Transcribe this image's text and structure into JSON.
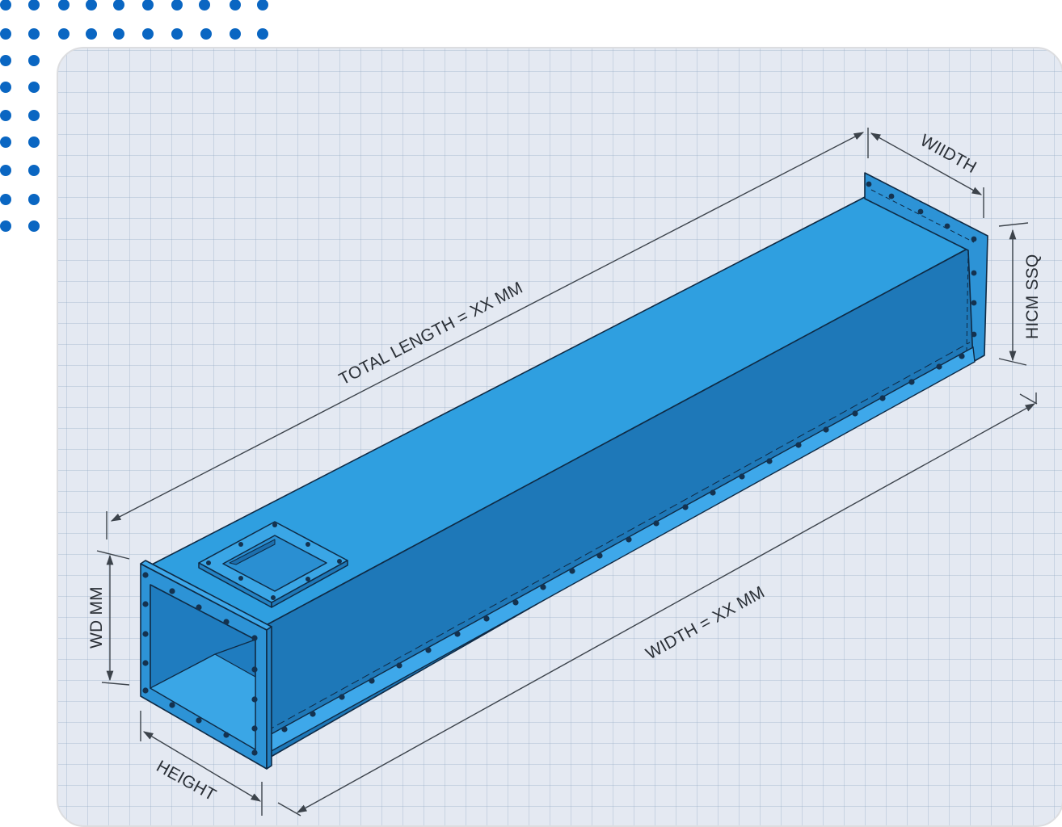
{
  "decoration": {
    "dot_color": "#0a66c2",
    "dot_pattern": "dotted-corner-grid"
  },
  "card": {
    "background": "#e4e9f2",
    "grid_color": "#b4c3d6",
    "border_color": "#dcdde0"
  },
  "drawing": {
    "subject": "Rectangular flanged duct with top inlet port",
    "colors": {
      "top_face": "#2f9fe0",
      "side_face": "#1e78b8",
      "inner_face": "#2a8fd2",
      "flange": "#2d93d6",
      "outline": "#0f2a44",
      "bolt": "#14324f",
      "dim_line": "#3c434b"
    },
    "dimensions": {
      "total_length": "TOTAL LENGTH = XX MM",
      "width_bottom": "WIDTH = XX MM",
      "width_end": "WIIDTH",
      "height_end": "HICM SSQ",
      "height_front": "WD MM",
      "height_bottom": "HEIGHT"
    }
  }
}
